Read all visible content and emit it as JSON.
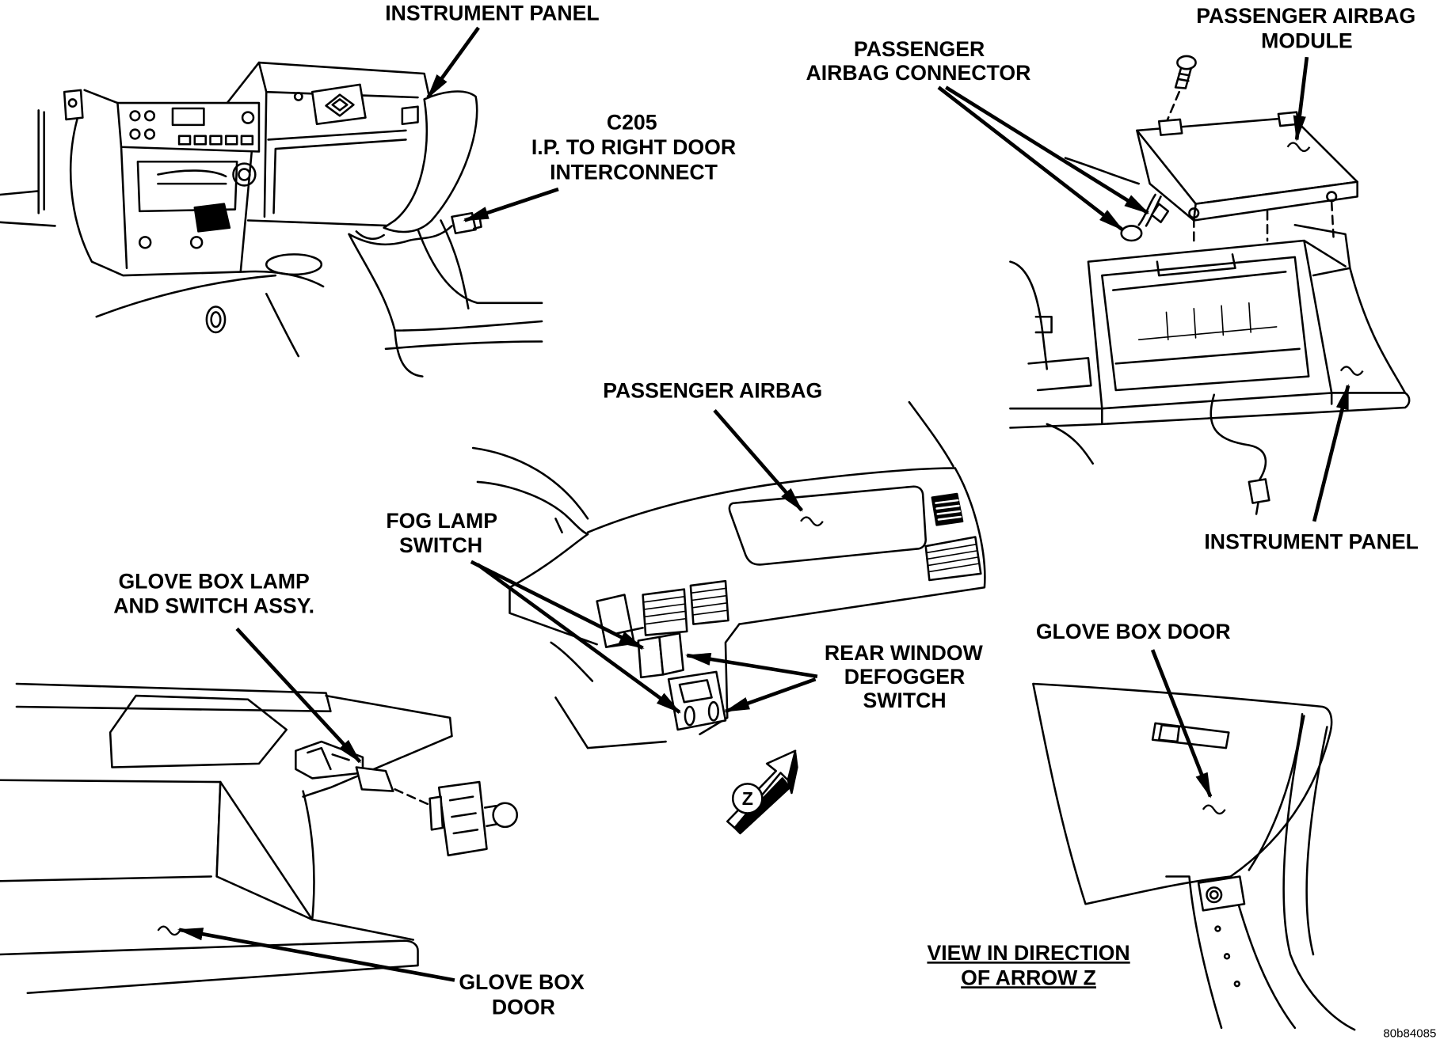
{
  "colors": {
    "ink": "#000000",
    "paper": "#ffffff"
  },
  "labels": {
    "instrument_panel_top": "INSTRUMENT PANEL",
    "c205": [
      "C205",
      "I.P. TO RIGHT DOOR",
      "INTERCONNECT"
    ],
    "passenger_airbag_connector": [
      "PASSENGER",
      "AIRBAG CONNECTOR"
    ],
    "passenger_airbag_module": [
      "PASSENGER AIRBAG",
      "MODULE"
    ],
    "passenger_airbag": "PASSENGER AIRBAG",
    "fog_lamp_switch": [
      "FOG LAMP",
      "SWITCH"
    ],
    "glove_box_lamp_switch": [
      "GLOVE BOX LAMP",
      "AND SWITCH ASSY."
    ],
    "rear_window_defogger_switch": [
      "REAR WINDOW",
      "DEFOGGER",
      "SWITCH"
    ],
    "instrument_panel_right": "INSTRUMENT PANEL",
    "glove_box_door_right": "GLOVE BOX DOOR",
    "view_caption": [
      "VIEW IN DIRECTION",
      "OF ARROW Z"
    ],
    "glove_box_door_bottom": [
      "GLOVE BOX",
      "DOOR"
    ]
  },
  "view_arrow_letter": "Z",
  "figure_code": "80b84085"
}
